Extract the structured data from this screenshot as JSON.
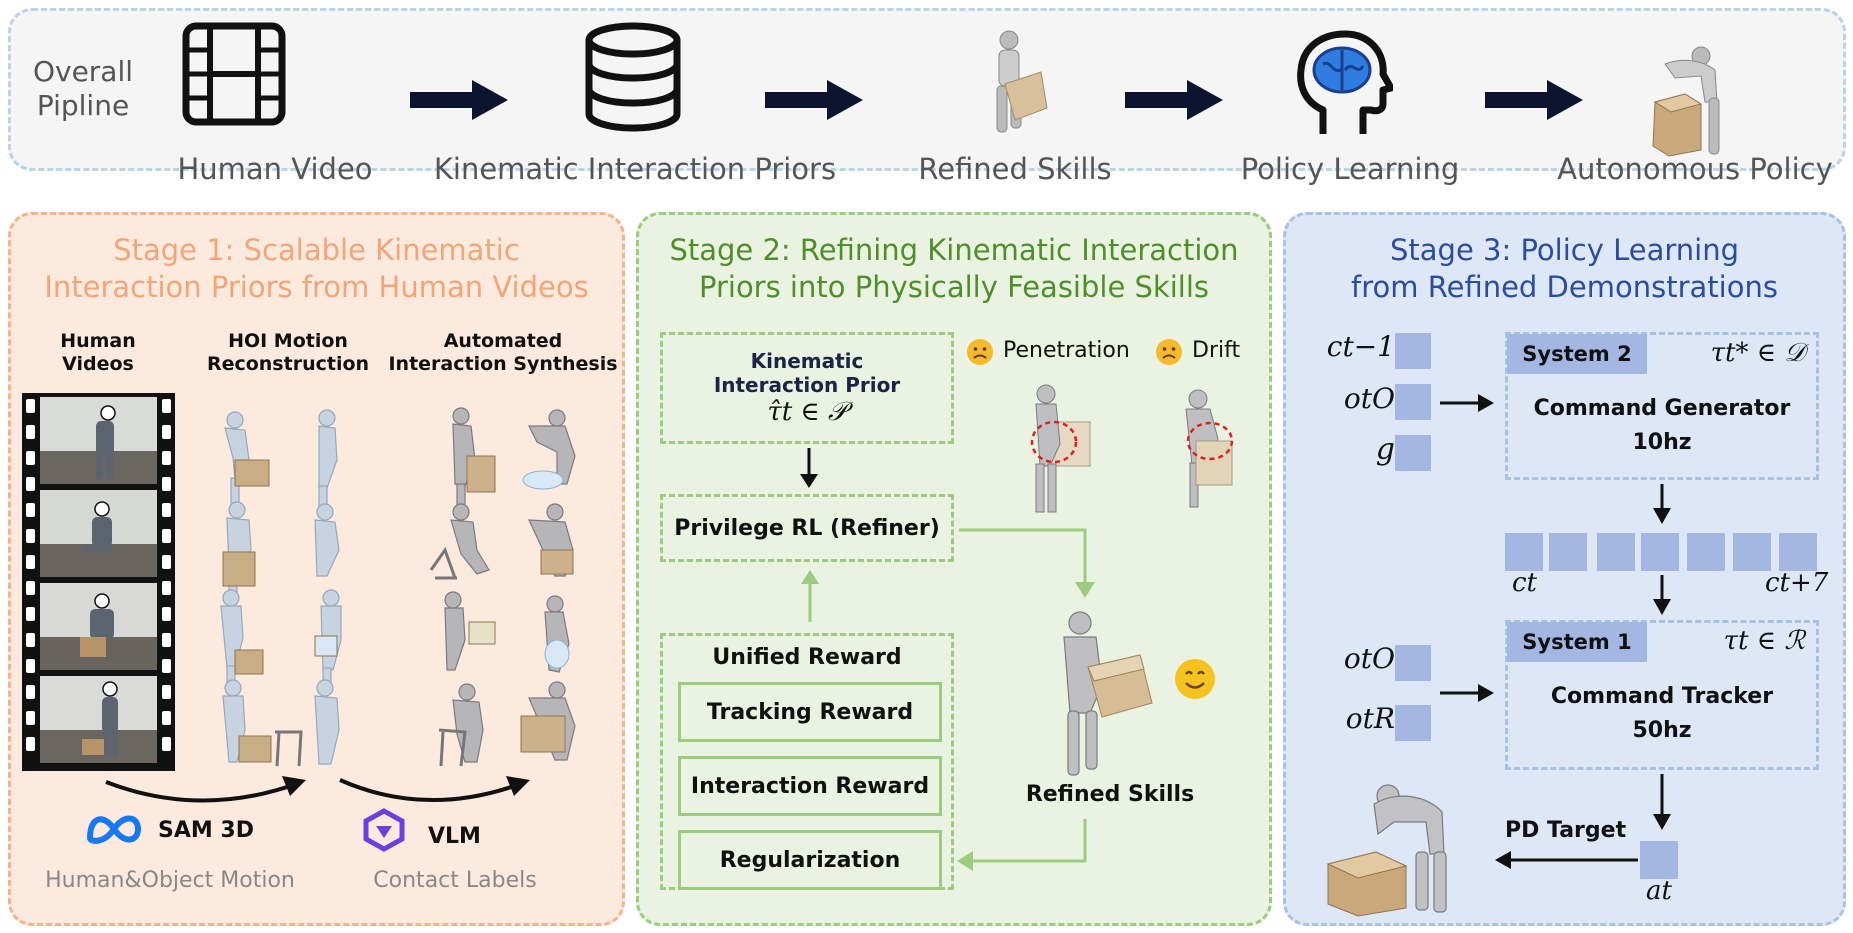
{
  "colors": {
    "stage1_bg": "#fdeadf",
    "stage1_border": "#f3b48c",
    "stage1_title": "#f2a576",
    "stage2_bg": "#eaf3e2",
    "stage2_border": "#9ccc7f",
    "stage2_title": "#4f8f2a",
    "stage3_bg": "#dde7f5",
    "stage3_border": "#a8c2e2",
    "stage3_title": "#2b4d9f",
    "pipeline_bg": "#f5f5f5",
    "pipeline_border": "#b9d3ea",
    "node_blue": "#a4b6e2"
  },
  "pipeline": {
    "label_line1": "Overall",
    "label_line2": "Pipline",
    "steps": [
      "Human Video",
      "Kinematic Interaction Priors",
      "Refined Skills",
      "Policy Learning",
      "Autonomous Policy"
    ]
  },
  "stage1": {
    "title_line1": "Stage 1: Scalable Kinematic",
    "title_line2": "Interaction Priors from Human Videos",
    "col1_line1": "Human",
    "col1_line2": "Videos",
    "col2_line1": "HOI Motion",
    "col2_line2": "Reconstruction",
    "col3_line1": "Automated",
    "col3_line2": "Interaction Synthesis",
    "tool1_name": "SAM 3D",
    "tool1_caption": "Human&Object Motion",
    "tool2_name": "VLM",
    "tool2_caption": "Contact Labels"
  },
  "stage2": {
    "title_line1": "Stage 2: Refining Kinematic Interaction",
    "title_line2": "Priors into Physically Feasible Skills",
    "prior_line1": "Kinematic",
    "prior_line2": "Interaction Prior",
    "prior_formula": "τ̂t ∈ 𝒫",
    "refiner": "Privilege RL (Refiner)",
    "reward_title": "Unified Reward",
    "rewards": [
      "Tracking Reward",
      "Interaction Reward",
      "Regularization"
    ],
    "issue1": "Penetration",
    "issue2": "Drift",
    "result": "Refined Skills"
  },
  "stage3": {
    "title_line1": "Stage 3: Policy Learning",
    "title_line2": "from Refined Demonstrations",
    "sys2_tag": "System 2",
    "sys2_formula": "τt* ∈ 𝒟",
    "sys2_name": "Command Generator",
    "sys2_rate": "10hz",
    "sys1_tag": "System 1",
    "sys1_formula": "τt ∈ ℛ",
    "sys1_name": "Command Tracker",
    "sys1_rate": "50hz",
    "in_top": [
      "ct−1",
      "otO",
      "g"
    ],
    "ct_start": "ct",
    "ct_end": "ct+7",
    "in_bottom": [
      "otO",
      "otR"
    ],
    "pd_target": "PD Target",
    "action": "at"
  }
}
